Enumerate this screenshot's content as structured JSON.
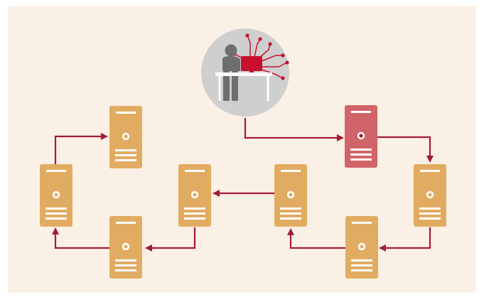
{
  "diagram": {
    "background_color": "#fbf0e5",
    "server_color": "#e1ac62",
    "infected_server_color": "#d06468",
    "arrow_color": "#a11d35",
    "operator_circle_color": "#cfcfcf",
    "operator_figure_color": "#6e6e6e",
    "operator_monitor_color": "#c8102e",
    "servers": [
      {
        "id": "server-infected",
        "state": "infected"
      },
      {
        "id": "server-right-outer",
        "state": "normal"
      },
      {
        "id": "server-right-bottom",
        "state": "normal"
      },
      {
        "id": "server-center-right",
        "state": "normal"
      },
      {
        "id": "server-center-left",
        "state": "normal"
      },
      {
        "id": "server-left-bottom",
        "state": "normal"
      },
      {
        "id": "server-left-outer",
        "state": "normal"
      },
      {
        "id": "server-left-top",
        "state": "normal"
      }
    ],
    "icons": [
      "operator-at-computer-icon",
      "server-icon",
      "infected-server-icon"
    ]
  }
}
